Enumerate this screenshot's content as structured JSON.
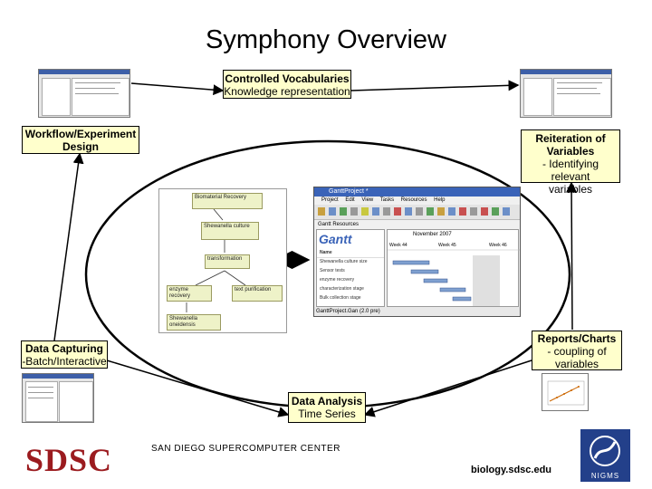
{
  "title": "Symphony Overview",
  "boxes": {
    "vocab": {
      "title": "Controlled Vocabularies",
      "sub": "Knowledge representation"
    },
    "workflow": {
      "title": "Workflow/Experiment",
      "title2": "Design"
    },
    "reiteration": {
      "title": "Reiteration of",
      "title2": "Variables",
      "sub": "- Identifying relevant",
      "sub2": "variables"
    },
    "capture": {
      "title": "Data Capturing",
      "sub": "-Batch/Interactive"
    },
    "reports": {
      "title": "Reports/Charts",
      "sub": "- coupling of",
      "sub2": "variables"
    },
    "analysis": {
      "title": "Data Analysis",
      "sub": "Time Series"
    }
  },
  "workflow_nodes": [
    "Biomaterial Recovery",
    "Shewanella culture",
    "transformation",
    "enzyme recovery",
    "text purification",
    "Shewanella oneidensis"
  ],
  "gantt": {
    "window_title": "GanttProject *",
    "menu": "Project Edit View Tasks Resources Help",
    "tabs": "Gantt  Resources",
    "month": "November 2007",
    "weeks": [
      "Week 44",
      "Week 45",
      "Week 46"
    ],
    "name_header": "Name",
    "tasks": [
      "Shewanella culture size",
      "Sensor tests",
      "enzyme recovery",
      "characterization stage",
      "Bulk collection stage"
    ],
    "status": "GanttProject.Gan (2.0 pre)"
  },
  "footer": {
    "logo": "SDSC",
    "center": "SAN DIEGO SUPERCOMPUTER CENTER",
    "url": "biology.sdsc.edu",
    "nigms": "NIGMS"
  },
  "colors": {
    "box_fill": "#ffffcc",
    "sdsc_red": "#9b1b1f",
    "nigms_blue": "#23408a"
  }
}
